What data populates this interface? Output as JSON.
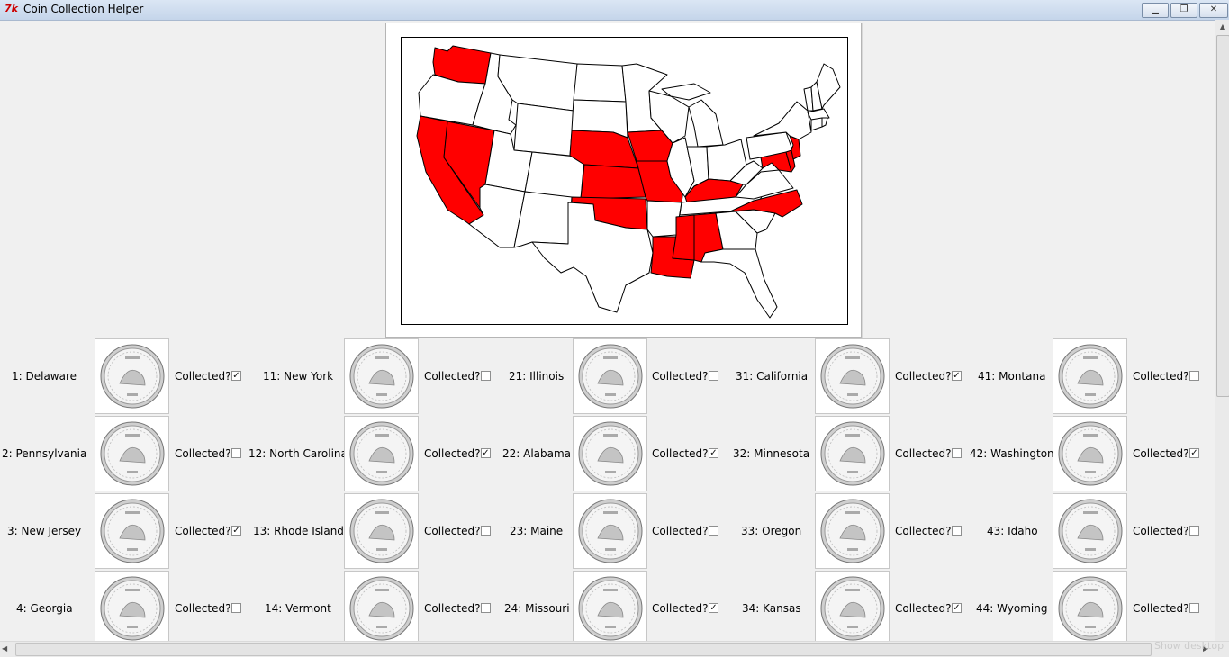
{
  "window": {
    "title": "Coin Collection Helper",
    "icon": "tk-feather-icon"
  },
  "colors": {
    "collected_state": "#ff0000",
    "uncollected_state": "#ffffff",
    "state_border": "#000000"
  },
  "collected_label": "Collected?",
  "taskbar_hint": "Show desktop",
  "map": {
    "description_icon": "us-states-map",
    "highlighted_states": [
      "Washington",
      "California",
      "Nevada",
      "Nebraska",
      "Kansas",
      "Oklahoma",
      "Iowa",
      "Missouri",
      "Louisiana",
      "Mississippi",
      "Alabama",
      "Kentucky",
      "North Carolina",
      "New Jersey",
      "Maryland",
      "Delaware"
    ]
  },
  "columns": [
    {
      "rows": [
        {
          "label": "1: Delaware",
          "collected": true
        },
        {
          "label": "2: Pennsylvania",
          "collected": false
        },
        {
          "label": "3: New Jersey",
          "collected": true
        },
        {
          "label": "4: Georgia",
          "collected": false
        }
      ]
    },
    {
      "rows": [
        {
          "label": "11: New York",
          "collected": false
        },
        {
          "label": "12: North Carolina",
          "collected": true
        },
        {
          "label": "13: Rhode Island",
          "collected": false
        },
        {
          "label": "14: Vermont",
          "collected": false
        }
      ]
    },
    {
      "rows": [
        {
          "label": "21: Illinois",
          "collected": false
        },
        {
          "label": "22: Alabama",
          "collected": true
        },
        {
          "label": "23: Maine",
          "collected": false
        },
        {
          "label": "24: Missouri",
          "collected": true
        }
      ]
    },
    {
      "rows": [
        {
          "label": "31: California",
          "collected": true
        },
        {
          "label": "32: Minnesota",
          "collected": false
        },
        {
          "label": "33: Oregon",
          "collected": false
        },
        {
          "label": "34: Kansas",
          "collected": true
        }
      ]
    },
    {
      "rows": [
        {
          "label": "41: Montana",
          "collected": false
        },
        {
          "label": "42: Washington",
          "collected": true
        },
        {
          "label": "43: Idaho",
          "collected": false
        },
        {
          "label": "44: Wyoming",
          "collected": false
        }
      ]
    }
  ]
}
